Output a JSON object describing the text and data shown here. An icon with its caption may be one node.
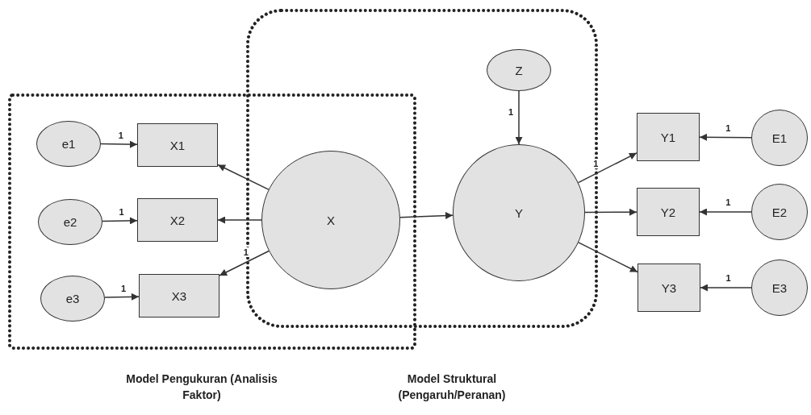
{
  "diagram": {
    "nodes": [
      {
        "text": [
          "e1"
        ]
      },
      {
        "text": [
          "X1"
        ]
      },
      {
        "text": [
          "e2"
        ]
      },
      {
        "text": [
          "X2"
        ]
      },
      {
        "text": [
          "e3"
        ]
      },
      {
        "text": [
          "X3"
        ]
      },
      {
        "text": [
          "X"
        ]
      },
      {
        "text": [
          "Z"
        ]
      },
      {
        "text": [
          "Y"
        ]
      },
      {
        "text": [
          "Y1"
        ]
      },
      {
        "text": [
          "E1"
        ]
      },
      {
        "text": [
          "Y2"
        ]
      },
      {
        "text": [
          "E2"
        ]
      },
      {
        "text": [
          "Y3"
        ]
      },
      {
        "text": [
          "E3"
        ]
      }
    ],
    "edges": [
      {
        "from": 0,
        "to": 1,
        "arrow": "to",
        "label": "1"
      },
      {
        "from": 2,
        "to": 3,
        "arrow": "to",
        "label": "1"
      },
      {
        "from": 4,
        "to": 5,
        "arrow": "to",
        "label": "1"
      },
      {
        "from": 6,
        "to": 1,
        "arrow": "to"
      },
      {
        "from": 6,
        "to": 3,
        "arrow": "to"
      },
      {
        "from": 6,
        "to": 5,
        "arrow": "to",
        "label": "1"
      },
      {
        "from": 6,
        "to": 8,
        "arrow": "to"
      },
      {
        "from": 7,
        "to": 8,
        "arrow": "to",
        "label": "1"
      },
      {
        "from": 8,
        "to": 9,
        "arrow": "to",
        "label": "1"
      },
      {
        "from": 8,
        "to": 11,
        "arrow": "to"
      },
      {
        "from": 8,
        "to": 13,
        "arrow": "to"
      },
      {
        "from": 10,
        "to": 9,
        "arrow": "to",
        "label": "1"
      },
      {
        "from": 12,
        "to": 11,
        "arrow": "to",
        "label": "1"
      },
      {
        "from": 14,
        "to": 13,
        "arrow": "to",
        "label": "1"
      }
    ],
    "labels": [
      "Model Pengukuran (Analisis Faktor)",
      "Model Struktural (Pengaruh/Peranan)"
    ]
  }
}
